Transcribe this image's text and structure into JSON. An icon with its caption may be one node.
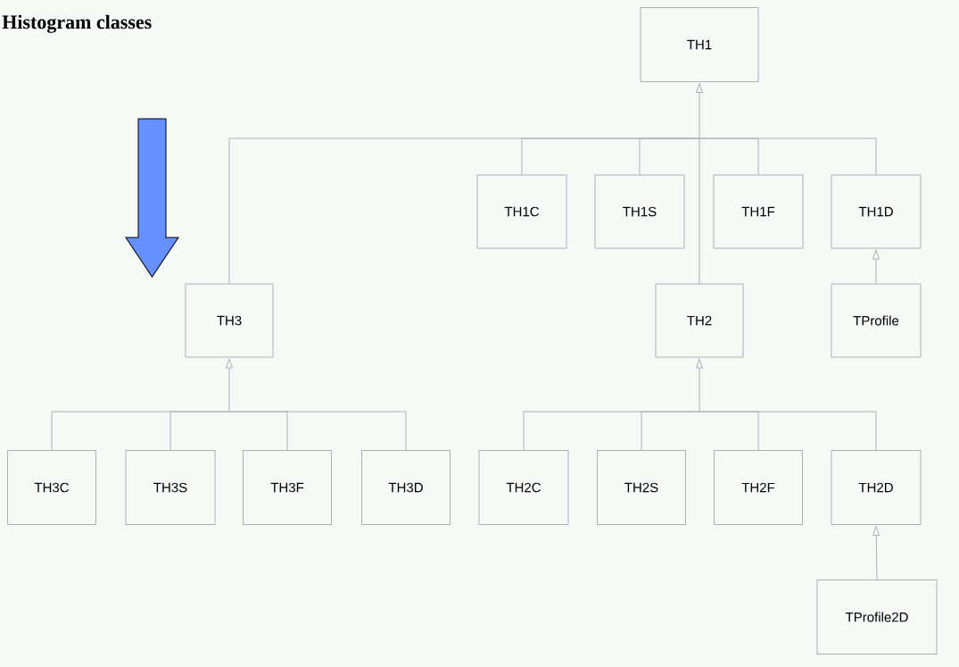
{
  "diagram": {
    "title": "Histogram classes",
    "nodes": [
      {
        "text": [
          "TH1"
        ]
      },
      {
        "text": [
          "TH1C"
        ]
      },
      {
        "text": [
          "TH1S"
        ]
      },
      {
        "text": [
          "TH1F"
        ]
      },
      {
        "text": [
          "TH1D"
        ]
      },
      {
        "text": [
          "TH3"
        ]
      },
      {
        "text": [
          "TH2"
        ]
      },
      {
        "text": [
          "TProfile"
        ]
      },
      {
        "text": [
          "TH3C"
        ]
      },
      {
        "text": [
          "TH3S"
        ]
      },
      {
        "text": [
          "TH3F"
        ]
      },
      {
        "text": [
          "TH3D"
        ]
      },
      {
        "text": [
          "TH2C"
        ]
      },
      {
        "text": [
          "TH2S"
        ]
      },
      {
        "text": [
          "TH2F"
        ]
      },
      {
        "text": [
          "TH2D"
        ]
      },
      {
        "text": [
          "TProfile2D"
        ]
      }
    ],
    "edges": [
      {
        "from": 1,
        "to": 0,
        "arrow": "to"
      },
      {
        "from": 2,
        "to": 0,
        "arrow": "to"
      },
      {
        "from": 3,
        "to": 0,
        "arrow": "to"
      },
      {
        "from": 4,
        "to": 0,
        "arrow": "to"
      },
      {
        "from": 5,
        "to": 0,
        "arrow": "to"
      },
      {
        "from": 6,
        "to": 0,
        "arrow": "to"
      },
      {
        "from": 7,
        "to": 4,
        "arrow": "to"
      },
      {
        "from": 8,
        "to": 5,
        "arrow": "to"
      },
      {
        "from": 9,
        "to": 5,
        "arrow": "to"
      },
      {
        "from": 10,
        "to": 5,
        "arrow": "to"
      },
      {
        "from": 11,
        "to": 5,
        "arrow": "to"
      },
      {
        "from": 12,
        "to": 6,
        "arrow": "to"
      },
      {
        "from": 13,
        "to": 6,
        "arrow": "to"
      },
      {
        "from": 14,
        "to": 6,
        "arrow": "to"
      },
      {
        "from": 15,
        "to": 6,
        "arrow": "to"
      },
      {
        "from": 16,
        "to": 15,
        "arrow": "to"
      }
    ]
  }
}
